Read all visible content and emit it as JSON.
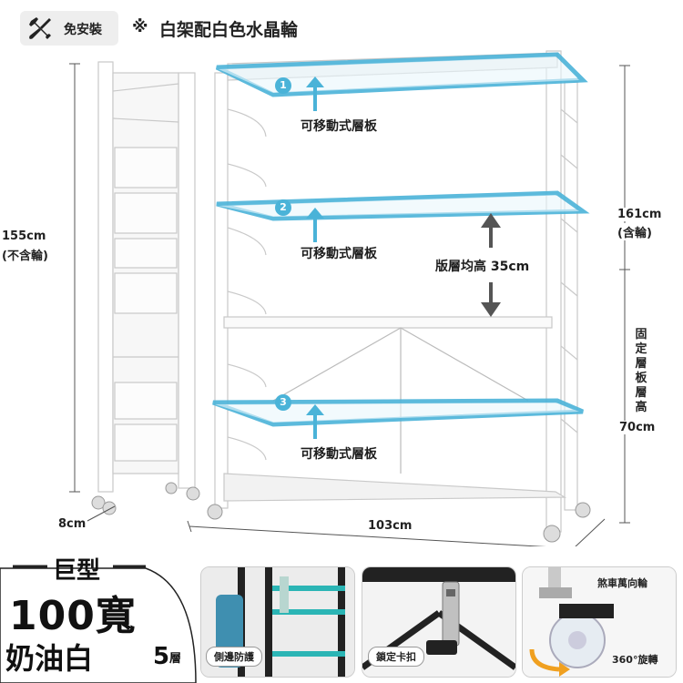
{
  "badge": {
    "label": "免安裝",
    "icon": "tools-icon"
  },
  "title": {
    "mark": "※",
    "text": "白架配白色水晶輪"
  },
  "dimensions": {
    "height_left": "155cm",
    "height_left_note": "(不含輪)",
    "height_right": "161cm",
    "height_right_note": "(含輪)",
    "fixed_shelf_chars": [
      "固",
      "定",
      "層",
      "板",
      "層",
      "高"
    ],
    "fixed_shelf_value": "70cm",
    "depth": "8cm",
    "width": "103cm",
    "shelf_gap": "版層均高 35cm"
  },
  "shelves": [
    {
      "num": "1",
      "label": "可移動式層板"
    },
    {
      "num": "2",
      "label": "可移動式層板"
    },
    {
      "num": "3",
      "label": "可移動式層板"
    }
  ],
  "promo": {
    "line1": "巨型",
    "line2": "100寬",
    "line3": "奶油白",
    "tier_num": "5",
    "tier_unit": "層"
  },
  "photos": [
    {
      "label": "側邊防護"
    },
    {
      "label": "鎖定卡扣"
    },
    {
      "label": "煞車萬向輪",
      "extra": "360°旋轉"
    }
  ],
  "colors": {
    "accent": "#4ab3d8",
    "frame": "#ffffff",
    "frame_edge": "#c9c9c9"
  }
}
